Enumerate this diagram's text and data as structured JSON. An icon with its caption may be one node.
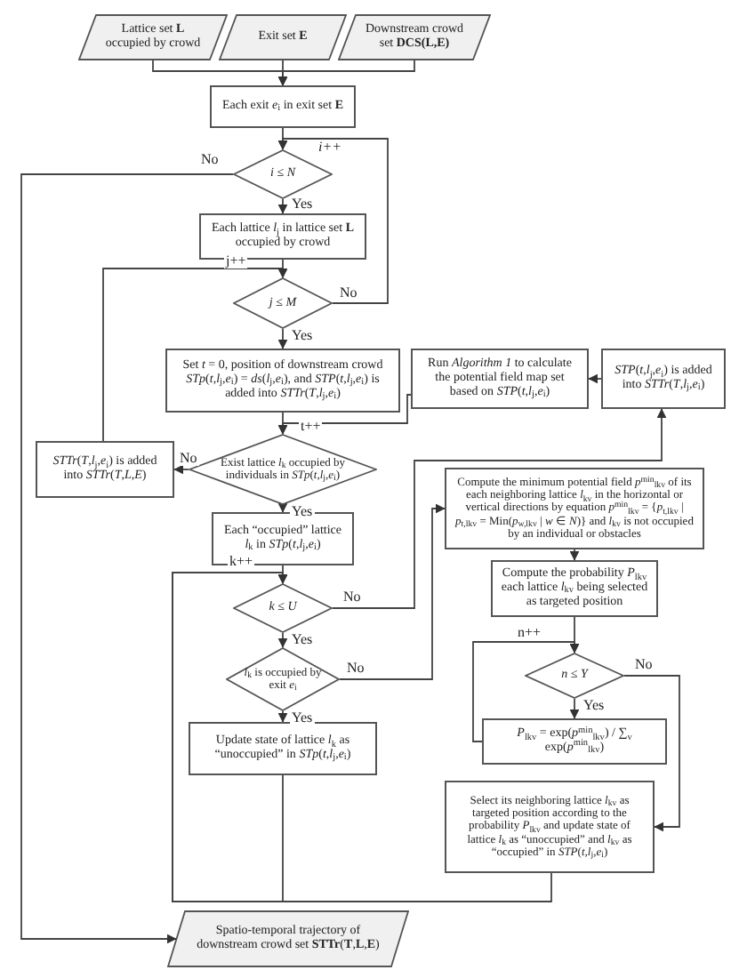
{
  "diagram": {
    "nodes": [
      {
        "text": [
          "Lattice set **L** occupied by crowd"
        ]
      },
      {
        "text": [
          "Exit set **E**"
        ]
      },
      {
        "text": [
          "Downstream crowd set **DCS(L,E)**"
        ]
      },
      {
        "text": [
          "Each exit *e*$_{i}$ in exit set **E**"
        ]
      },
      {
        "text": [
          "*i* ≤ *N*"
        ]
      },
      {
        "text": [
          "Each lattice *l*$_{j}$ in lattice set **L** occupied by crowd"
        ]
      },
      {
        "text": [
          "*j* ≤ *M*"
        ]
      },
      {
        "text": [
          "Set *t* = 0, position of downstream crowd *STp*(*t*,*l*$_{j}$,*e*$_{i}$) = *ds*(*l*$_{j}$,*e*$_{i}$), and *STP*(*t*,*l*$_{j}$,*e*$_{i}$) is added into *STTr*(*T*,*l*$_{j}$,*e*$_{i}$)"
        ]
      },
      {
        "text": [
          "Run *Algorithm 1* to calculate the potential field map set based on *STP*(*t*,*l*$_{j}$,*e*$_{i}$)"
        ]
      },
      {
        "text": [
          "*STP*(*t*,*l*$_{j}$,*e*$_{i}$) is added into *STTr*(*T*,*l*$_{j}$,*e*$_{i}$)"
        ]
      },
      {
        "text": [
          "*STTr*(*T*,*l*$_{j}$,*e*$_{i}$) is added into *STTr*(*T*,*L*,*E*)"
        ]
      },
      {
        "text": [
          "Exist lattice *l*$_{k}$ occupied by individuals in *STp*(*t*,*l*$_{j}$,*e*$_{i}$)"
        ]
      },
      {
        "text": [
          "Each “occupied” lattice *l*$_{k}$ in *STp*(*t*,*l*$_{j}$,*e*$_{i}$)"
        ]
      },
      {
        "text": [
          "*k* ≤ *U*"
        ]
      },
      {
        "text": [
          "Compute the minimum potential field *p*$^{min}$$_{lkv}$ of its each neighboring lattice *l*$_{kv}$ in the horizontal or vertical directions by equation *p*$^{min}$$_{lkv}$ = {*p*$_{t,lkv}$ | *p*$_{t,lkv}$ = Min(*p*$_{w,lkv}$ | *w* ∈ *N*)} and *l*$_{kv}$ is not occupied by an individual or obstacles"
        ]
      },
      {
        "text": [
          "Compute the probability *P*$_{lkv}$ each lattice *l*$_{kv}$ being selected as targeted position"
        ]
      },
      {
        "text": [
          "*l*$_{k}$ is occupied by exit *e*$_{i}$"
        ]
      },
      {
        "text": [
          "*n* ≤ *Y*"
        ]
      },
      {
        "text": [
          "*P*$_{lkv}$ = exp(*p*$^{min}$$_{lkv}$) / ∑$_{v}$ exp(*p*$^{min}$$_{lkv}$)"
        ]
      },
      {
        "text": [
          "Update state of lattice *l*$_{k}$ as “unoccupied” in *STp*(*t*,*l*$_{j}$,*e*$_{i}$)"
        ]
      },
      {
        "text": [
          "Select its neighboring lattice *l*$_{kv}$ as targeted position according to the probability *P*$_{lkv}$ and update state of lattice *l*$_{k}$ as “unoccupied” and *l*$_{kv}$ as “occupied” in *STP*(*t*,*l*$_{j}$,*e*$_{i}$)"
        ]
      },
      {
        "text": [
          "Spatio-temporal trajectory of downstream crowd set **STTr**(**T**,**L**,**E**)"
        ]
      }
    ],
    "edges": [
      {
        "from": 0,
        "to": 3,
        "arrow": "to"
      },
      {
        "from": 1,
        "to": 3,
        "arrow": "to"
      },
      {
        "from": 2,
        "to": 3,
        "arrow": "to"
      },
      {
        "from": 3,
        "to": 4,
        "arrow": "to"
      },
      {
        "from": 4,
        "to": 5,
        "arrow": "to",
        "label": "Yes"
      },
      {
        "from": 4,
        "to": 21,
        "arrow": "to",
        "label": "No"
      },
      {
        "from": 5,
        "to": 6,
        "arrow": "to"
      },
      {
        "from": 6,
        "to": 4,
        "arrow": "to",
        "label": "No"
      },
      {
        "from": 6,
        "to": 7,
        "arrow": "to",
        "label": "Yes"
      },
      {
        "from": 10,
        "to": 6,
        "arrow": "to",
        "label": "j++"
      },
      {
        "from": 7,
        "to": 11,
        "arrow": "to"
      },
      {
        "from": 8,
        "to": 11,
        "arrow": "to",
        "label": "t++"
      },
      {
        "from": 9,
        "to": 8,
        "arrow": "to"
      },
      {
        "from": 11,
        "to": 10,
        "arrow": "to",
        "label": "No"
      },
      {
        "from": 11,
        "to": 12,
        "arrow": "to",
        "label": "Yes"
      },
      {
        "from": 12,
        "to": 13,
        "arrow": "to"
      },
      {
        "from": 13,
        "to": 9,
        "arrow": "to",
        "label": "No"
      },
      {
        "from": 13,
        "to": 16,
        "arrow": "to",
        "label": "Yes"
      },
      {
        "from": 16,
        "to": 14,
        "arrow": "to",
        "label": "No"
      },
      {
        "from": 14,
        "to": 15,
        "arrow": "to"
      },
      {
        "from": 15,
        "to": 17,
        "arrow": "to"
      },
      {
        "from": 17,
        "to": 18,
        "arrow": "to",
        "label": "Yes"
      },
      {
        "from": 18,
        "to": 17,
        "arrow": "to",
        "label": "n++"
      },
      {
        "from": 17,
        "to": 20,
        "arrow": "to",
        "label": "No"
      },
      {
        "from": 16,
        "to": 19,
        "arrow": "to",
        "label": "Yes"
      },
      {
        "from": 19,
        "to": 13,
        "arrow": "to",
        "label": "k++"
      },
      {
        "from": 20,
        "to": 13,
        "arrow": "to"
      }
    ],
    "labels": [
      "i++"
    ]
  }
}
